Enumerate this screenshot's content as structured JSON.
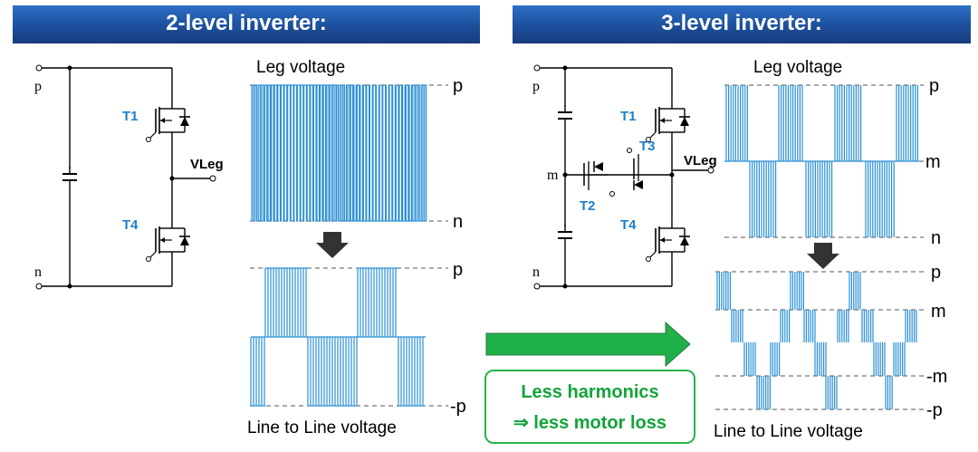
{
  "banners": {
    "left": "2-level inverter:",
    "right": "3-level inverter:"
  },
  "two_level": {
    "terminal_p": "p",
    "terminal_n": "n",
    "t1": "T1",
    "t4": "T4",
    "vleg": "VLeg",
    "leg_title": "Leg voltage",
    "leg_top": "p",
    "leg_bottom": "n",
    "ll_top": "p",
    "ll_bottom": "-p",
    "ll_title": "Line to Line voltage"
  },
  "three_level": {
    "terminal_p": "p",
    "terminal_m": "m",
    "terminal_n": "n",
    "t1": "T1",
    "t2": "T2",
    "t3": "T3",
    "t4": "T4",
    "vleg": "VLeg",
    "leg_title": "Leg voltage",
    "leg_top": "p",
    "leg_mid": "m",
    "leg_bottom": "n",
    "ll_p": "p",
    "ll_m": "m",
    "ll_neg_m": "-m",
    "ll_neg_p": "-p",
    "ll_title": "Line to Line voltage"
  },
  "callout": {
    "line1": "Less harmonics",
    "line2": "⇒ less motor loss"
  },
  "colors": {
    "banner": "#1d4f9c",
    "waveform": "#2a8fd4",
    "transistor_label": "#1e7fc8",
    "arrow": "#1fb04a",
    "callout": "#12a33a"
  }
}
